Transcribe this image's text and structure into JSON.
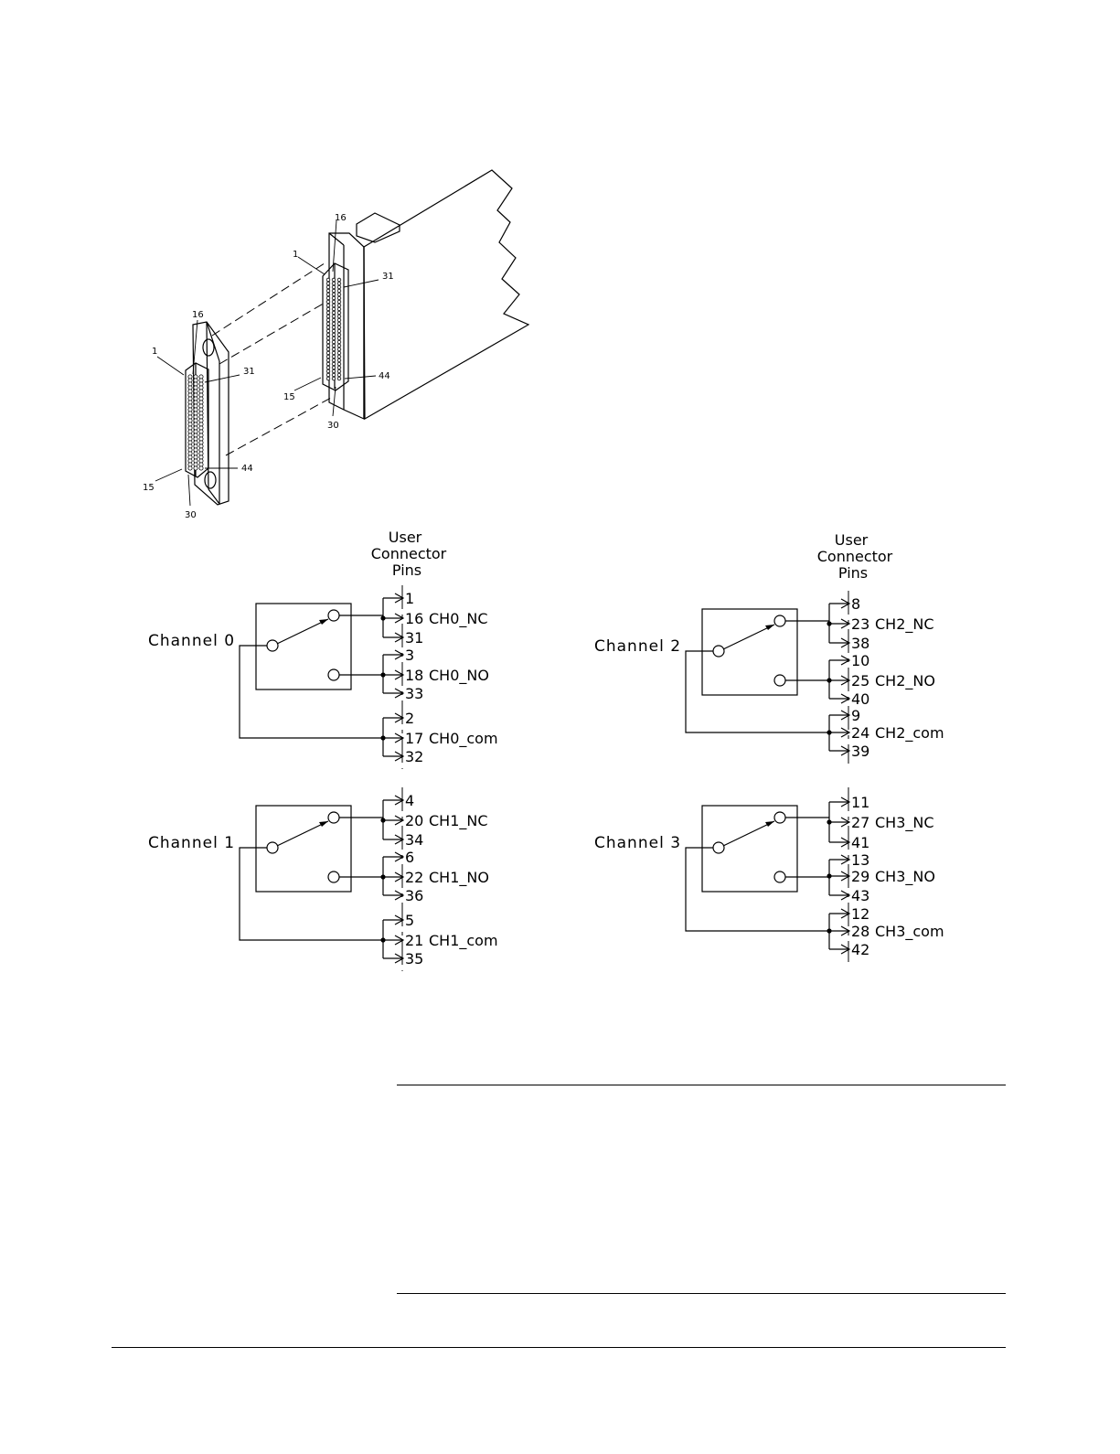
{
  "connector_drawing": {
    "plug_pin_labels": [
      "16",
      "1",
      "31",
      "15",
      "44",
      "30"
    ],
    "socket_pin_labels": [
      "16",
      "1",
      "31",
      "15",
      "44",
      "30"
    ]
  },
  "schematic": {
    "header": [
      "User",
      "Connector",
      "Pins"
    ],
    "channels": [
      {
        "name": "Channel  0",
        "groups": [
          {
            "pins": [
              "1",
              "16",
              "31"
            ],
            "signal": "CH0_NC"
          },
          {
            "pins": [
              "3",
              "18",
              "33"
            ],
            "signal": "CH0_NO"
          },
          {
            "pins": [
              "2",
              "17",
              "32"
            ],
            "signal": "CH0_com"
          }
        ]
      },
      {
        "name": "Channel  1",
        "groups": [
          {
            "pins": [
              "4",
              "20",
              "34"
            ],
            "signal": "CH1_NC"
          },
          {
            "pins": [
              "6",
              "22",
              "36"
            ],
            "signal": "CH1_NO"
          },
          {
            "pins": [
              "5",
              "21",
              "35"
            ],
            "signal": "CH1_com"
          }
        ]
      },
      {
        "name": "Channel  2",
        "groups": [
          {
            "pins": [
              "8",
              "23",
              "38"
            ],
            "signal": "CH2_NC"
          },
          {
            "pins": [
              "10",
              "25",
              "40"
            ],
            "signal": "CH2_NO"
          },
          {
            "pins": [
              "9",
              "24",
              "39"
            ],
            "signal": "CH2_com"
          }
        ]
      },
      {
        "name": "Channel  3",
        "groups": [
          {
            "pins": [
              "11",
              "27",
              "41"
            ],
            "signal": "CH3_NC"
          },
          {
            "pins": [
              "13",
              "29",
              "43"
            ],
            "signal": "CH3_NO"
          },
          {
            "pins": [
              "12",
              "28",
              "42"
            ],
            "signal": "CH3_com"
          }
        ]
      }
    ]
  }
}
